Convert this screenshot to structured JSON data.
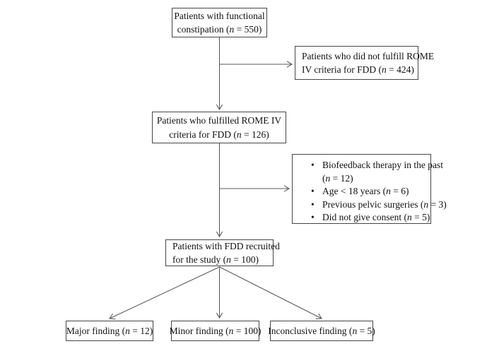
{
  "diagram": {
    "type": "flowchart",
    "colors": {
      "box_border": "#454545",
      "arrow": "#5a5a5a",
      "background": "#ffffff",
      "text": "#111111"
    },
    "boxes": {
      "functional": {
        "lines": [
          {
            "pre": "Patients with functional",
            "n": "",
            "post": ""
          },
          {
            "pre": "constipation (",
            "n": "n",
            "post": " = 550)"
          }
        ]
      },
      "not_fulfill": {
        "lines": [
          {
            "pre": "Patients who did not fulfill ROME",
            "n": "",
            "post": ""
          },
          {
            "pre": "IV criteria for FDD (",
            "n": "n",
            "post": " = 424)"
          }
        ]
      },
      "fulfilled": {
        "lines": [
          {
            "pre": "Patients who fulfilled ROME IV",
            "n": "",
            "post": ""
          },
          {
            "pre": "criteria for FDD (",
            "n": "n",
            "post": " = 126)"
          }
        ]
      },
      "exclusions": {
        "bullets": [
          {
            "lines": [
              {
                "pre": "Biofeedback therapy in the past",
                "n": "",
                "post": ""
              },
              {
                "pre": "(",
                "n": "n",
                "post": " = 12)"
              }
            ]
          },
          {
            "lines": [
              {
                "pre": "Age < 18 years (",
                "n": "n",
                "post": " = 6)"
              }
            ]
          },
          {
            "lines": [
              {
                "pre": "Previous pelvic surgeries (",
                "n": "n",
                "post": " = 3)"
              }
            ]
          },
          {
            "lines": [
              {
                "pre": "Did not give consent (",
                "n": "n",
                "post": " = 5)"
              }
            ]
          }
        ]
      },
      "recruited": {
        "lines": [
          {
            "pre": "Patients with FDD recruited",
            "n": "",
            "post": ""
          },
          {
            "pre": "for the study (",
            "n": "n",
            "post": " = 100)"
          }
        ]
      },
      "major": {
        "lines": [
          {
            "pre": "Major finding (",
            "n": "n",
            "post": " = 12)"
          }
        ]
      },
      "minor": {
        "lines": [
          {
            "pre": "Minor finding (",
            "n": "n",
            "post": " = 100)"
          }
        ]
      },
      "inconclusive": {
        "lines": [
          {
            "pre": "Inconclusive finding (",
            "n": "n",
            "post": " = 5)"
          }
        ]
      }
    }
  }
}
